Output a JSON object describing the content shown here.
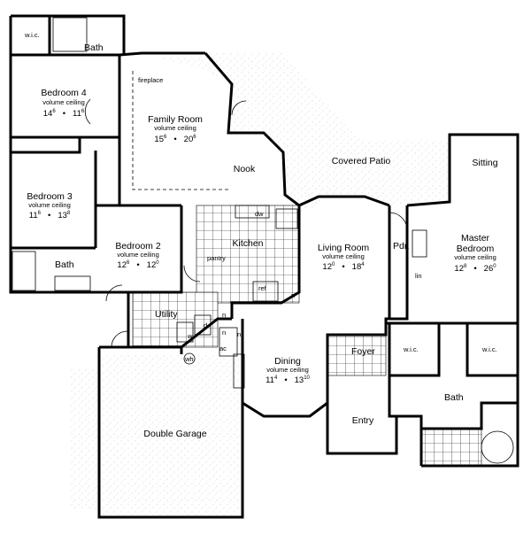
{
  "rooms": {
    "bedroom4": {
      "name": "Bedroom 4",
      "ceiling": "volume ceiling",
      "w": "14",
      "wf": "6",
      "d": "11",
      "df": "6"
    },
    "family": {
      "name": "Family Room",
      "ceiling": "volume ceiling",
      "w": "15",
      "wf": "6",
      "d": "20",
      "df": "6"
    },
    "bedroom3": {
      "name": "Bedroom 3",
      "ceiling": "volume ceiling",
      "w": "11",
      "wf": "6",
      "d": "13",
      "df": "8"
    },
    "bedroom2": {
      "name": "Bedroom 2",
      "ceiling": "volume ceiling",
      "w": "12",
      "wf": "6",
      "d": "12",
      "df": "0"
    },
    "living": {
      "name": "Living Room",
      "ceiling": "volume ceiling",
      "w": "12",
      "wf": "0",
      "d": "18",
      "df": "4"
    },
    "master": {
      "name": "Master",
      "name2": "Bedroom",
      "ceiling": "volume ceiling",
      "w": "12",
      "wf": "8",
      "d": "26",
      "df": "0"
    },
    "dining": {
      "name": "Dining",
      "ceiling": "volume ceiling",
      "w": "11",
      "wf": "4",
      "d": "13",
      "df": "10"
    },
    "garage": {
      "name": "Double Garage"
    }
  },
  "labels": {
    "wic_top": "w.i.c.",
    "bath_top": "Bath",
    "fireplace": "fireplace",
    "nook": "Nook",
    "patio": "Covered Patio",
    "sitting": "Sitting",
    "dw": "dw",
    "kitchen": "Kitchen",
    "pantry": "pantry",
    "ref": "ref",
    "bath_left": "Bath",
    "pdr": "Pdr.",
    "lin": "lin",
    "utility": "Utility",
    "washer": "w",
    "dryer": "d",
    "n1": "n",
    "n2": "n",
    "n3": "n",
    "n4": "n",
    "wh": "wh",
    "ac": "ac",
    "foyer": "Foyer",
    "wic_m1": "w.i.c.",
    "wic_m2": "w.i.c.",
    "bath_master": "Bath",
    "entry": "Entry",
    "separator": "•"
  }
}
